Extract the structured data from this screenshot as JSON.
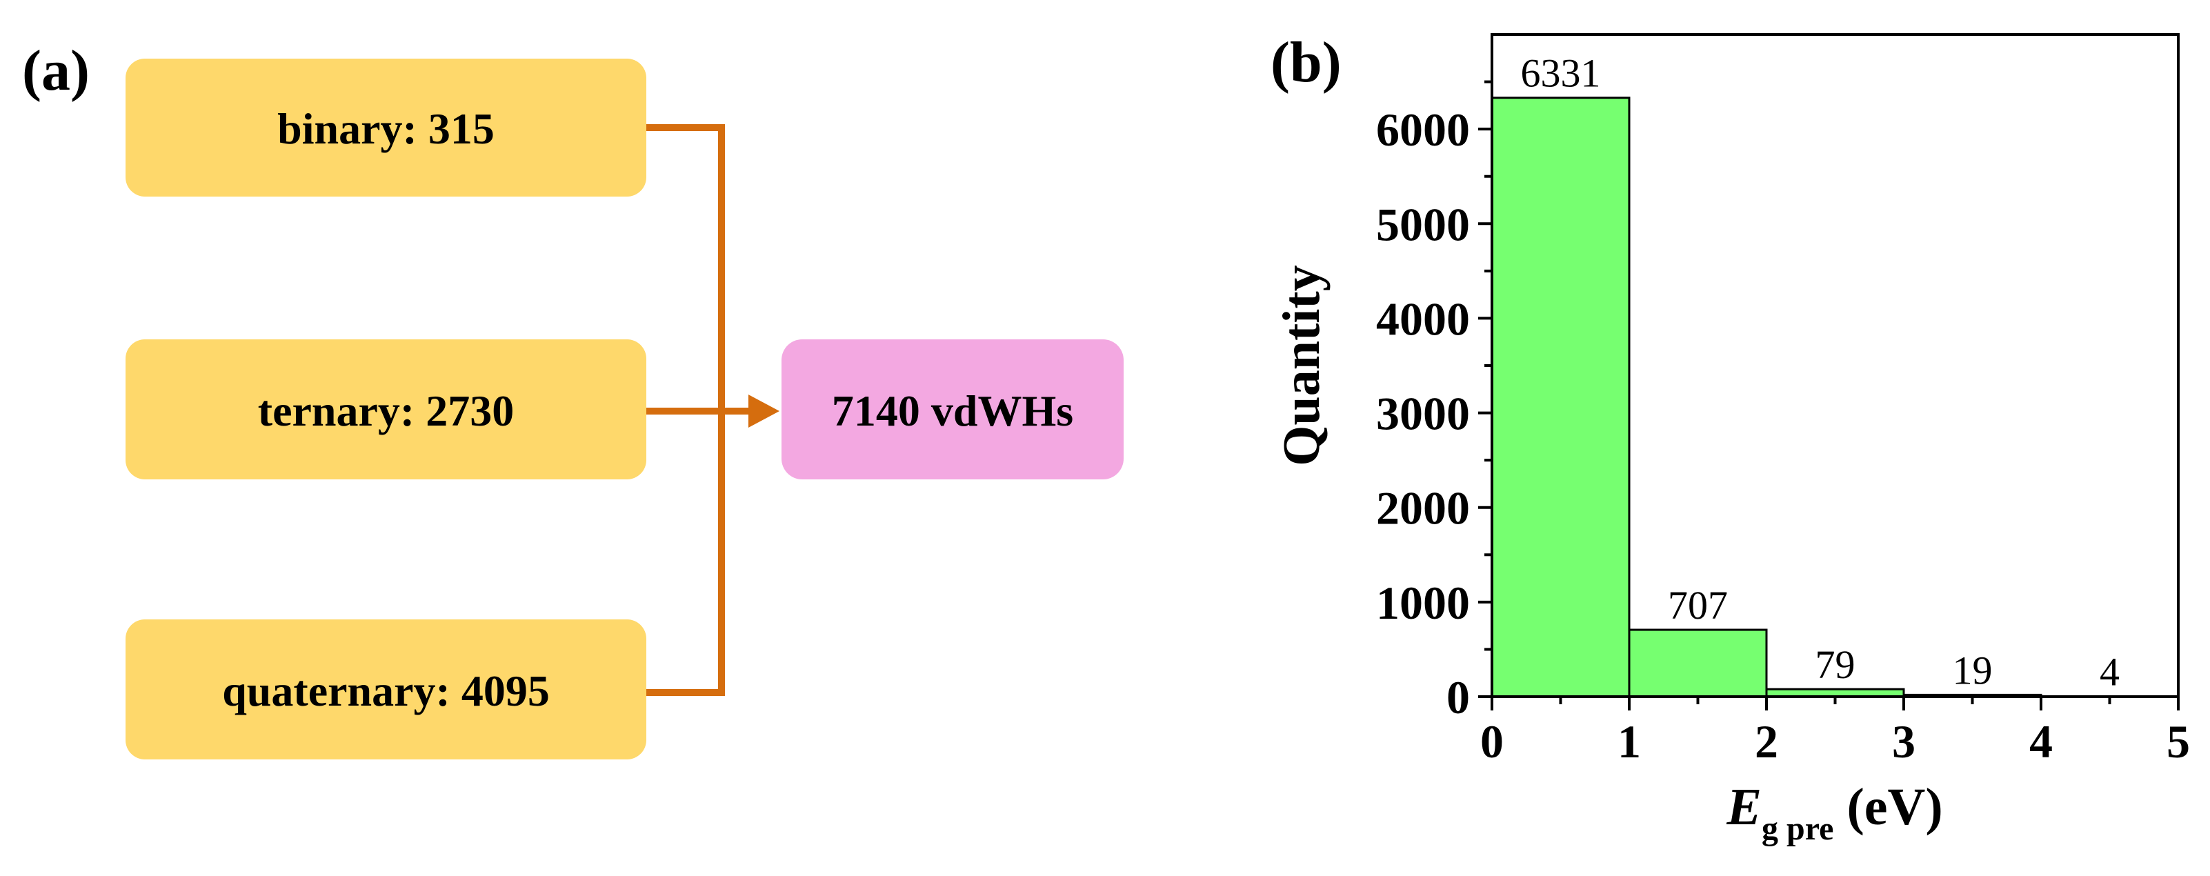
{
  "panel_a": {
    "label": "(a)",
    "inputs": [
      {
        "text": "binary: 315"
      },
      {
        "text": "ternary: 2730"
      },
      {
        "text": "quaternary: 4095"
      }
    ],
    "output": {
      "text": "7140 vdWHs"
    },
    "colors": {
      "input_box": "#fed86b",
      "output_box": "#f3a8e1",
      "arrow": "#d56d0e"
    }
  },
  "panel_b": {
    "label": "(b)",
    "bar_color": "#76ff70"
  },
  "chart_data": {
    "type": "bar",
    "title": "",
    "bins": [
      [
        0,
        1
      ],
      [
        1,
        2
      ],
      [
        2,
        3
      ],
      [
        3,
        4
      ],
      [
        4,
        5
      ]
    ],
    "values": [
      6331,
      707,
      79,
      19,
      4
    ],
    "data_labels": [
      "6331",
      "707",
      "79",
      "19",
      "4"
    ],
    "xlim": [
      0,
      5
    ],
    "ylim": [
      0,
      7000
    ],
    "xticks": [
      "0",
      "1",
      "2",
      "3",
      "4",
      "5"
    ],
    "yticks": [
      "0",
      "1000",
      "2000",
      "3000",
      "4000",
      "5000",
      "6000"
    ],
    "ylabel": "Quantity",
    "xlabel": {
      "main": "E",
      "subscript": "g pre",
      "unit": " (eV)"
    }
  }
}
